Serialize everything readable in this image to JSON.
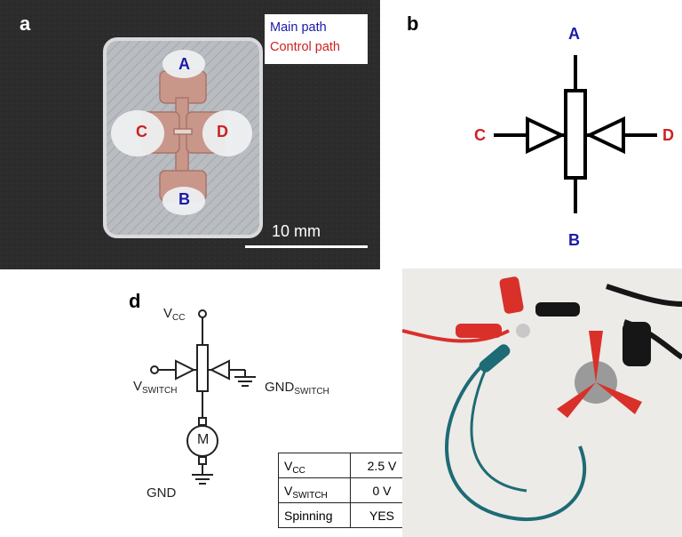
{
  "panels": {
    "a": {
      "label": "a",
      "legend": {
        "main_path": "Main path",
        "control_path": "Control path",
        "main_color": "#1a1aa8",
        "control_color": "#cc2222"
      },
      "terminals": {
        "A": "A",
        "B": "B",
        "C": "C",
        "D": "D"
      },
      "scale_bar": "10 mm"
    },
    "b": {
      "label": "b",
      "terminals": {
        "A": "A",
        "B": "B",
        "C": "C",
        "D": "D"
      }
    },
    "d": {
      "label": "d",
      "vcc_main": "V",
      "vcc_sub": "CC",
      "vswitch_main": "V",
      "vswitch_sub": "SWITCH",
      "gndswitch_main": "GND",
      "gndswitch_sub": "SWITCH",
      "gnd": "GND",
      "motor": "M",
      "table": {
        "rows": [
          {
            "key_main": "V",
            "key_sub": "CC",
            "value": "2.5 V"
          },
          {
            "key_main": "V",
            "key_sub": "SWITCH",
            "value": "0 V"
          },
          {
            "key_main": "Spinning",
            "key_sub": "",
            "value": "YES"
          }
        ]
      }
    }
  }
}
